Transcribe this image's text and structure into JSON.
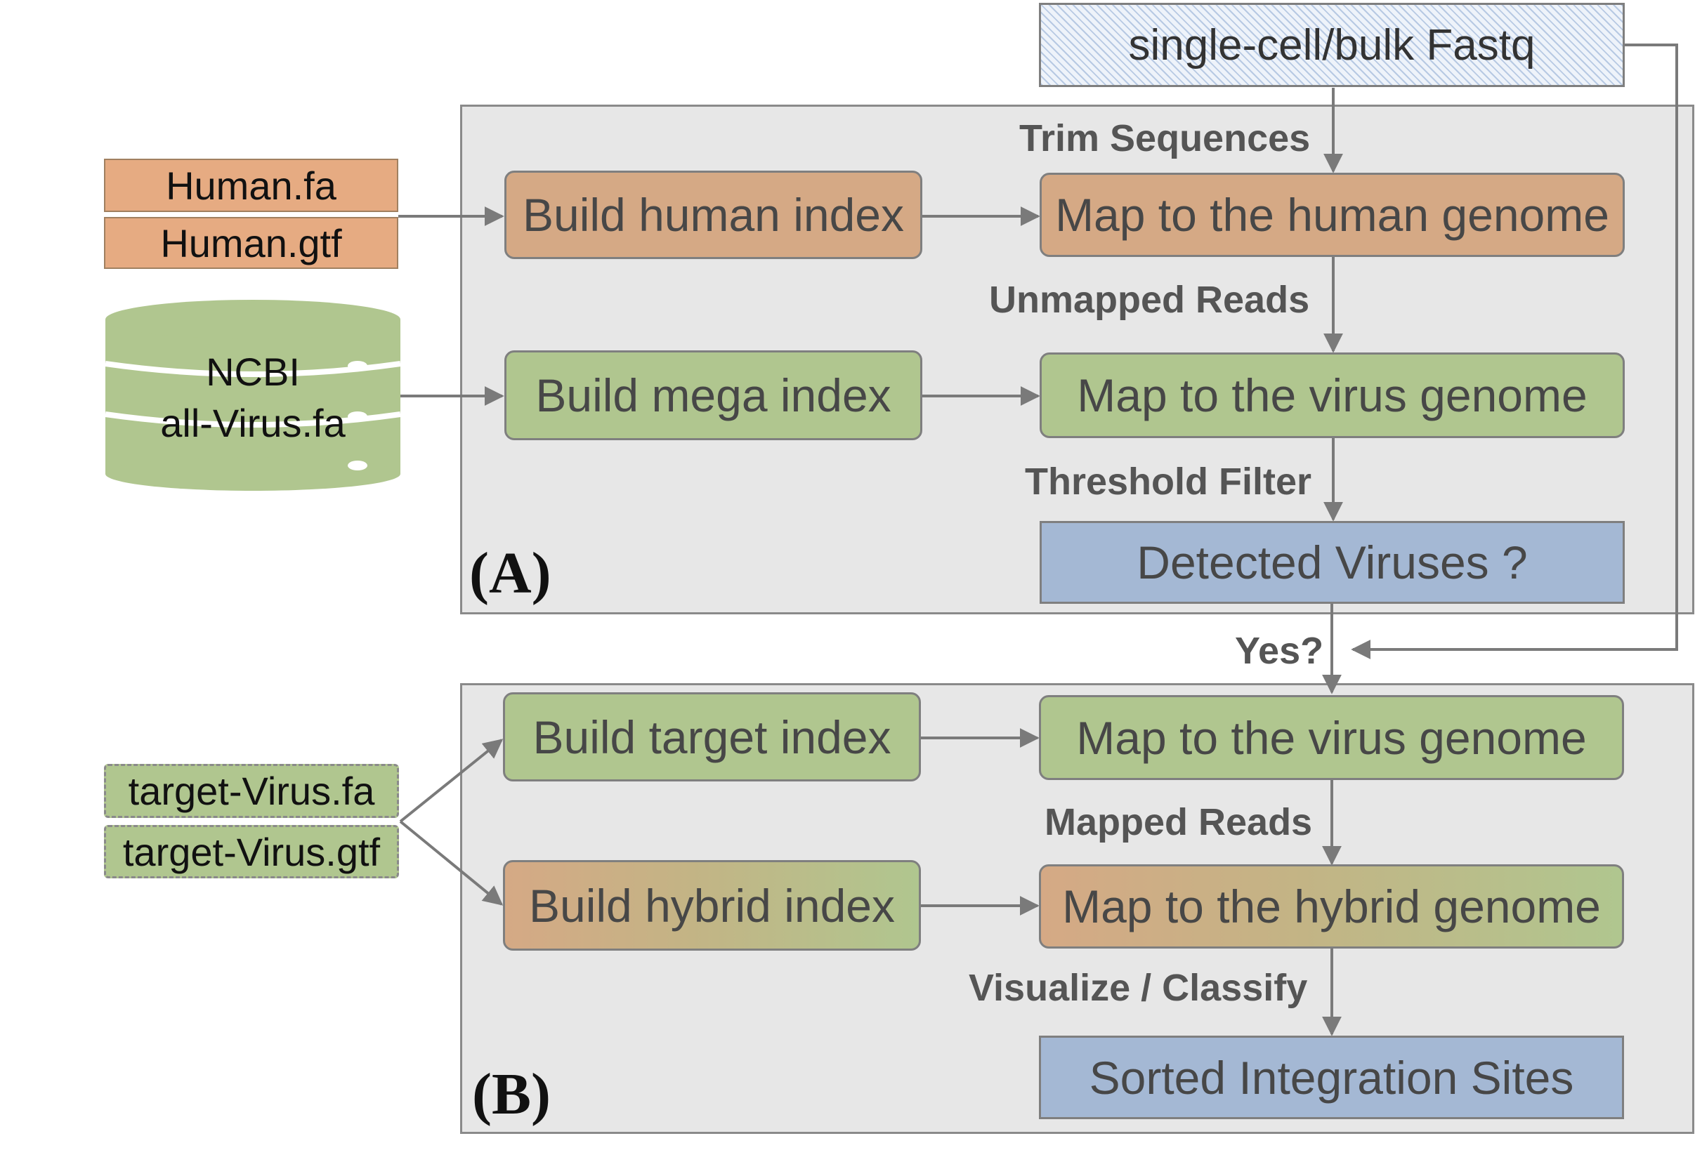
{
  "inputs": {
    "fastq": "single-cell/bulk Fastq",
    "human_fa": "Human.fa",
    "human_gtf": "Human.gtf",
    "db_line1": "NCBI",
    "db_line2": "all-Virus.fa",
    "target_fa": "target-Virus.fa",
    "target_gtf": "target-Virus.gtf"
  },
  "panel_a": {
    "label": "(A)",
    "build_human": "Build human index",
    "map_human": "Map to the human genome",
    "build_mega": "Build mega index",
    "map_virus": "Map to the virus genome",
    "result": "Detected Viruses ?"
  },
  "panel_b": {
    "label": "(B)",
    "build_target": "Build target index",
    "map_virus": "Map to the virus genome",
    "build_hybrid": "Build hybrid index",
    "map_hybrid": "Map to the hybrid genome",
    "result": "Sorted Integration Sites"
  },
  "edges": {
    "trim": "Trim Sequences",
    "unmapped": "Unmapped Reads",
    "threshold": "Threshold Filter",
    "yes": "Yes?",
    "mapped": "Mapped Reads",
    "visualize": "Visualize / Classify"
  },
  "colors": {
    "human": "#d5a985",
    "virus": "#b0c68f",
    "result": "#a4b8d4",
    "panel": "#e7e7e7",
    "arrow": "#7a7a7a"
  }
}
